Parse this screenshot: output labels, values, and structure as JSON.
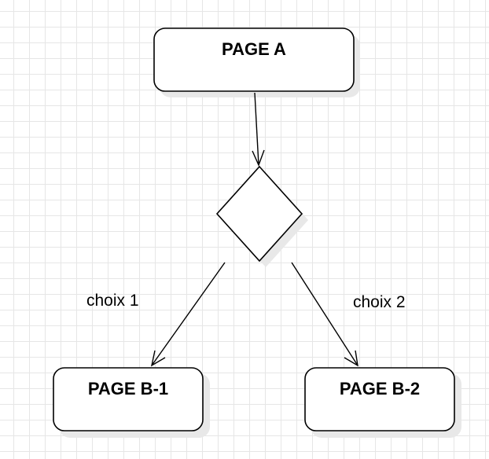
{
  "nodes": {
    "page_a": {
      "label": "PAGE A"
    },
    "page_b1": {
      "label": "PAGE B-1"
    },
    "page_b2": {
      "label": "PAGE B-2"
    }
  },
  "edges": {
    "choice_1": {
      "label": "choix 1"
    },
    "choice_2": {
      "label": "choix 2"
    }
  }
}
